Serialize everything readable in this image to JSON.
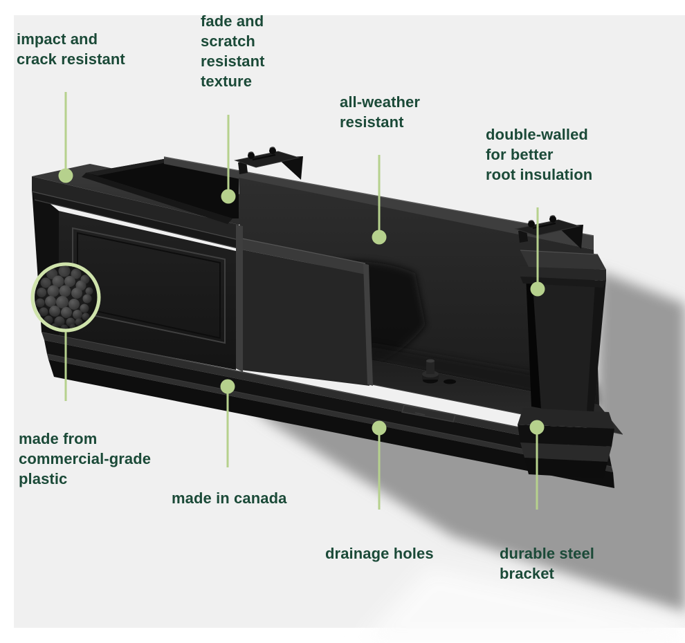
{
  "colors": {
    "page": "#ffffff",
    "panel": "#f0f0f0",
    "label": "#1b4a38",
    "leader": "#b6d18d",
    "ring": "#cfe3ab",
    "planter": "#1d1d1d",
    "shadow": "#9a9a9a"
  },
  "labels": [
    {
      "id": "impact-crack-resistant",
      "text": "impact and\ncrack resistant"
    },
    {
      "id": "fade-scratch-resistant",
      "text": "fade and\nscratch\nresistant\ntexture"
    },
    {
      "id": "all-weather-resistant",
      "text": "all-weather\nresistant"
    },
    {
      "id": "double-walled",
      "text": "double-walled\nfor better\nroot insulation"
    },
    {
      "id": "commercial-grade-plastic",
      "text": "made from\ncommercial-grade\nplastic"
    },
    {
      "id": "made-in-canada",
      "text": "made in canada"
    },
    {
      "id": "drainage-holes",
      "text": "drainage holes"
    },
    {
      "id": "durable-steel-bracket",
      "text": "durable steel\nbracket"
    }
  ],
  "inset": {
    "icon": "plastic-pellets-texture"
  }
}
